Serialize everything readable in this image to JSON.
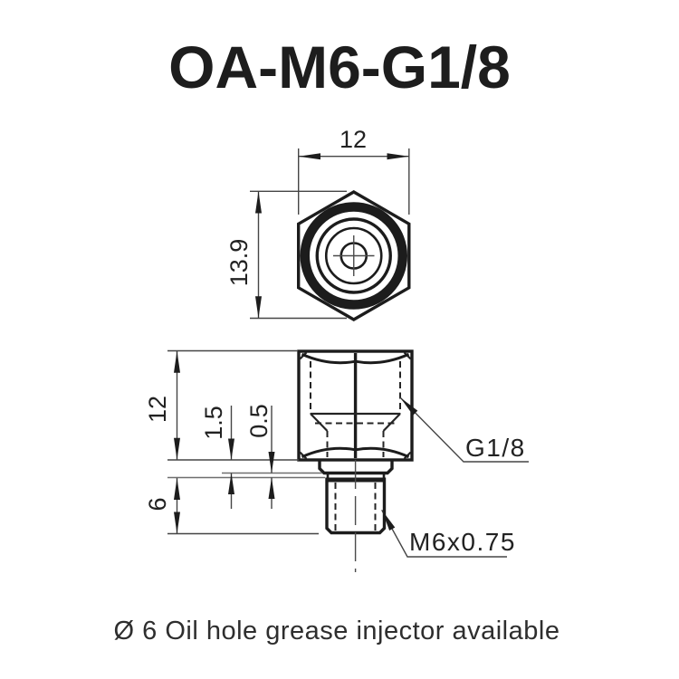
{
  "title": "OA-M6-G1/8",
  "note": "Ø 6 Oil hole grease injector available",
  "colors": {
    "background": "#ffffff",
    "ink": "#1c1c1c",
    "dimension_lines": "#454545",
    "text": "#1d1d1d"
  },
  "top_view": {
    "description": "hexagon head top view with concentric thread circles and center oil hole crosshair",
    "dim_across_flats": "12",
    "dim_across_corners": "13.9"
  },
  "side_view": {
    "description": "side elevation of fitting: hex body, collar, step and threaded stud with hidden thread lines",
    "dim_body_height": "12",
    "dim_collar_height": "1.5",
    "dim_step_height": "0.5",
    "dim_thread_length": "6",
    "label_port_thread": "G1/8",
    "label_stud_thread": "M6x0.75"
  }
}
